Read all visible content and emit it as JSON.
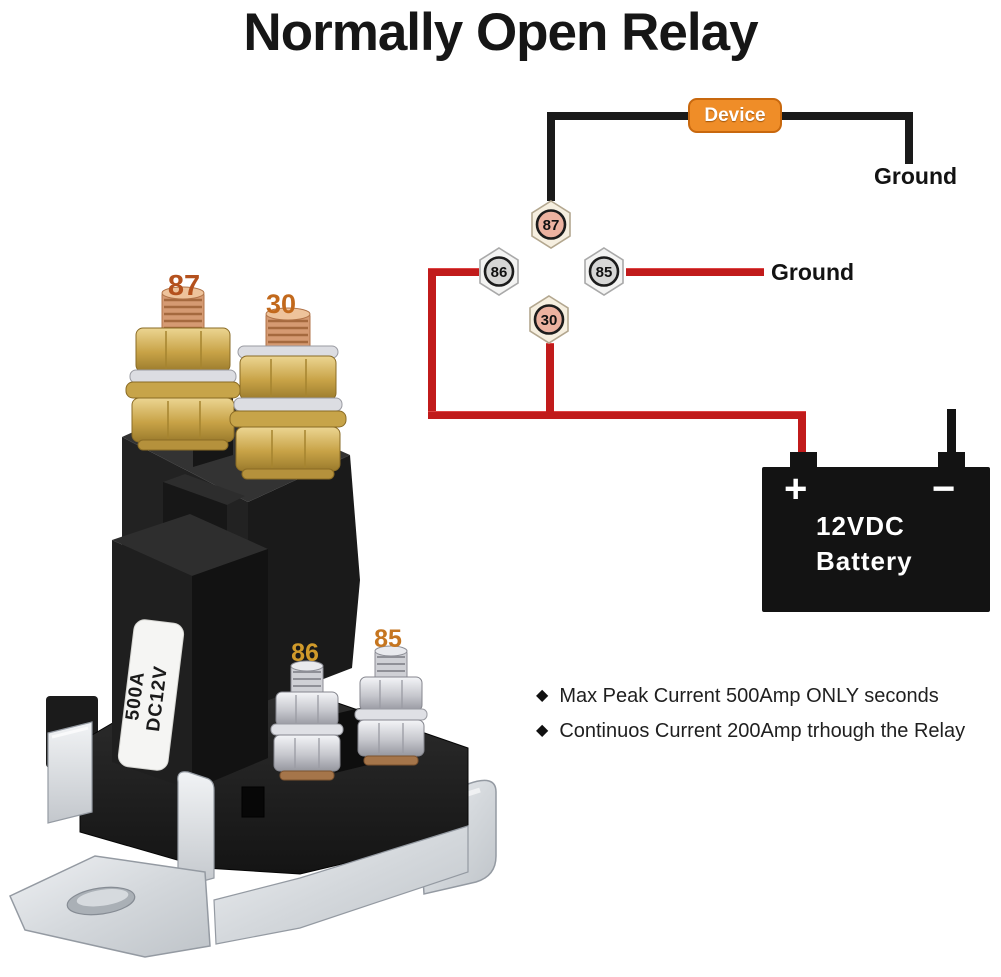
{
  "title": "Normally Open Relay",
  "diagram": {
    "device_label": "Device",
    "ground_label_top": "Ground",
    "ground_label_mid": "Ground",
    "terminals": [
      {
        "id": "87",
        "finish": "copper"
      },
      {
        "id": "86",
        "finish": "silver"
      },
      {
        "id": "85",
        "finish": "silver"
      },
      {
        "id": "30",
        "finish": "copper"
      }
    ],
    "wire_colors": {
      "power": "#c11b1b",
      "ground": "#1a1a1a"
    },
    "device_colors": {
      "background": "#ef8d28",
      "border": "#c8680e"
    },
    "battery": {
      "positive_symbol": "+",
      "negative_symbol": "−",
      "label_line1": "12VDC",
      "label_line2": "Battery"
    }
  },
  "relay_photo": {
    "terminal_labels": {
      "t87": "87",
      "t30": "30",
      "t86": "86",
      "t85": "85"
    },
    "body_label": {
      "line1": "500A",
      "line2": "DC12V"
    },
    "label_color": "#c06818"
  },
  "notes": [
    {
      "bullet": "◆",
      "text": "Max Peak Current 500Amp ONLY seconds"
    },
    {
      "bullet": "◆",
      "text": "Continuos Current 200Amp trhough the Relay"
    }
  ]
}
